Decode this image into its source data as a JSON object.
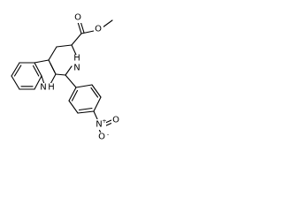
{
  "molecule": {
    "atoms": {
      "ester_carbonyl_o": "O",
      "ester_ether_o": "O",
      "ring_nh": "N",
      "ring_nh_h": "H",
      "indole_n": "N",
      "indole_h": "H",
      "nitro_n": "N",
      "nitro_plus": "+",
      "nitro_o_terminal": "O",
      "nitro_o_minus": "O",
      "nitro_minus": "-"
    }
  }
}
